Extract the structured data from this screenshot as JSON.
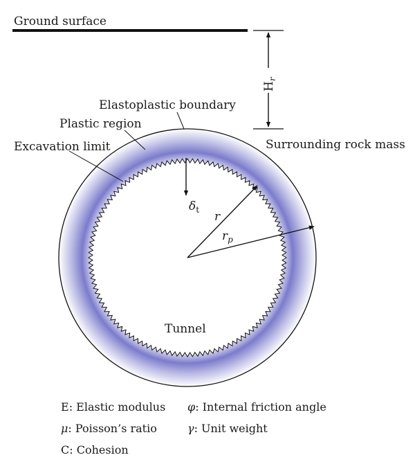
{
  "labels": {
    "ground_surface": "Ground surface",
    "elastoplastic_boundary": "Elastoplastic boundary",
    "plastic_region": "Plastic region",
    "excavation_limit": "Excavation limit",
    "surrounding_rock_mass": "Surrounding rock mass",
    "depth_symbol": "H",
    "depth_subscript": "r",
    "displacement_symbol": "δ",
    "displacement_subscript": "t",
    "radius": "r",
    "plastic_radius_symbol": "r",
    "plastic_radius_subscript": "p",
    "tunnel": "Tunnel"
  },
  "legend": {
    "elastic_modulus": {
      "symbol": "E",
      "text": ": Elastic modulus"
    },
    "friction_angle": {
      "symbol": "φ",
      "text": ": Internal friction angle"
    },
    "poisson_ratio": {
      "symbol": "μ",
      "text": ": Poisson’s ratio"
    },
    "unit_weight": {
      "symbol": "γ",
      "text": ": Unit weight"
    },
    "cohesion": {
      "symbol": "C",
      "text": ": Cohesion"
    }
  },
  "colors": {
    "plastic_fill_outer": "#ffffff",
    "plastic_fill_inner": "#6f6fc4",
    "line": "#111111"
  }
}
